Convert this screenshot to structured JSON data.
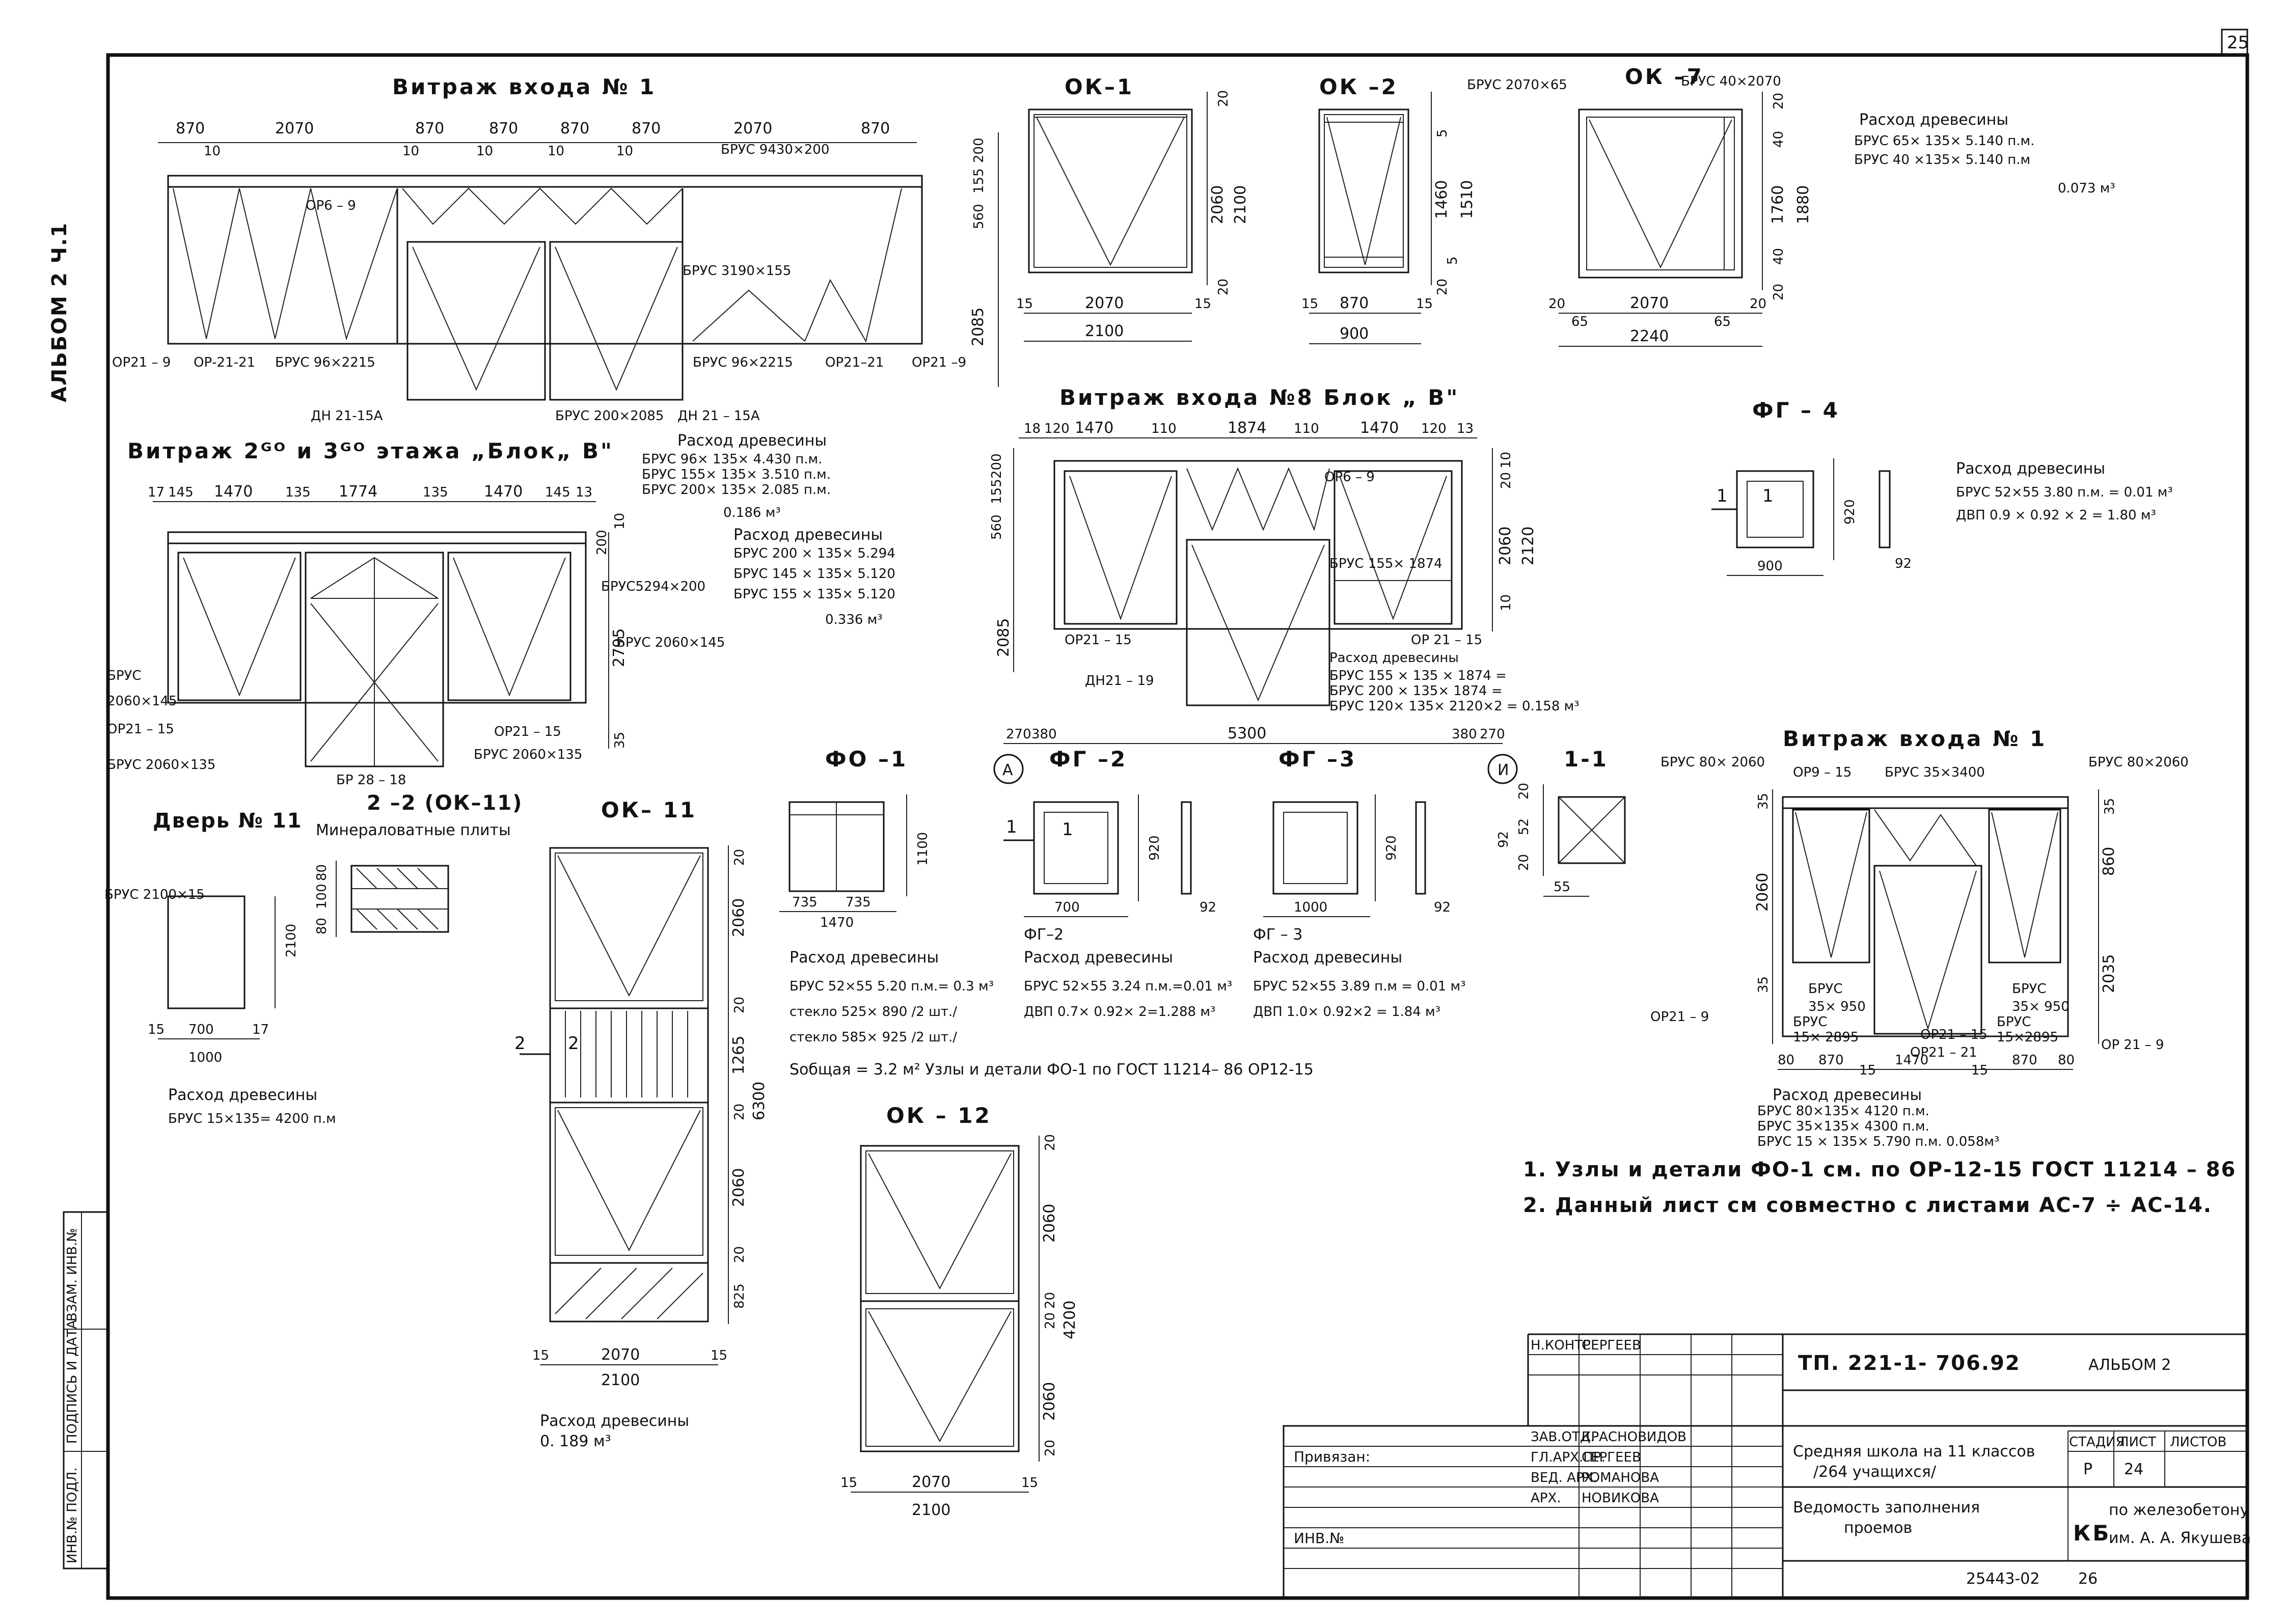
{
  "page_number": "25",
  "album_side": "АЛЬБОМ 2 Ч.1",
  "vitrazh1": {
    "title": "Витраж входа № 1",
    "dims": [
      "870",
      "2070",
      "870",
      "870",
      "870",
      "870",
      "2070",
      "870"
    ],
    "tens": [
      "10",
      "10",
      "10",
      "10",
      "10"
    ],
    "labels": {
      "brus_top": "БРУС 9430×200",
      "orb": "ОР6 – 9",
      "brus_mid": "БРУС 3190×155",
      "or21_9": "ОР21 – 9",
      "or21_21": "ОР-21-21",
      "brus96a": "БРУС 96×2215",
      "dn_a": "ДН 21-15А",
      "dn_b": "ДН 21 – 15А",
      "brus200": "БРУС 200×2085",
      "brus96b": "БРУС 96×2215",
      "or21_21b": "ОР21–21",
      "or21_9b": "ОР21 –9"
    },
    "wood": [
      "Расход древесины",
      "БРУС 96× 135× 4.430 п.м.",
      "БРУС 155× 135× 3.510 п.м.",
      "БРУС 200× 135× 2.085 п.м.",
      "0.186 м³"
    ]
  },
  "vitrazh23": {
    "title": "Витраж 2ᴳᴼ и 3ᴳᴼ этажа „Блок„ В\"",
    "dims": [
      "17",
      "145",
      "1470",
      "135",
      "1774",
      "135",
      "1470",
      "145",
      "13"
    ],
    "labels": {
      "brus5294": "БРУС5294×200",
      "brus2060_145": "БРУС 2060×145",
      "brus_left1": "БРУС",
      "brus_left2": "2060×145",
      "or21_15a": "ОР21 – 15",
      "brus2060_135a": "БРУС 2060×135",
      "or21_15b": "ОР21 – 15",
      "brus2060_135b": "БРУС 2060×135",
      "br28": "БР 28 – 18",
      "h2795": "2795",
      "h200": "200",
      "h10": "10",
      "h35": "35"
    },
    "wood": [
      "Расход древесины",
      "БРУС 200 × 135× 5.294",
      "БРУС 145 × 135× 5.120",
      "БРУС 155 × 135× 5.120",
      "0.336 м³"
    ]
  },
  "ok1": {
    "title": "ОК–1",
    "dims": [
      "2070",
      "2100",
      "15",
      "15"
    ],
    "vdims": [
      "20",
      "2060",
      "2100",
      "20"
    ]
  },
  "ok2": {
    "title": "ОК –2",
    "dims": [
      "870",
      "900",
      "15",
      "15"
    ],
    "vdims": [
      "5",
      "1460",
      "1510",
      "20",
      "5"
    ]
  },
  "ok7": {
    "title": "ОК –7",
    "brus_a": "БРУС 2070×65",
    "brus_b": "БРУС 40×2070",
    "dims": [
      "2070",
      "2240",
      "20",
      "65",
      "65",
      "20"
    ],
    "vdims": [
      "20",
      "40",
      "1760",
      "1880",
      "40",
      "20"
    ]
  },
  "ok7_wood": [
    "Расход древесины",
    "БРУС 65× 135× 5.140 п.м.",
    "БРУС 40 ×135× 5.140 п.м",
    "0.073 м³"
  ],
  "left_vdims": [
    "200",
    "155",
    "560",
    "2085"
  ],
  "vitrazh8": {
    "title": "Витраж входа №8 Блок „ В\"",
    "dims": [
      "18",
      "120",
      "1470",
      "110",
      "1874",
      "110",
      "1470",
      "120",
      "13"
    ],
    "vdims": [
      "200",
      "155",
      "560",
      "2085"
    ],
    "rdims": [
      "10",
      "20",
      "2060",
      "2120",
      "10"
    ],
    "labels": {
      "orb": "ОР6 – 9",
      "brus155": "БРУС 155× 1874",
      "or21_15a": "ОР21 – 15",
      "or21_15b": "ОР 21 – 15",
      "dn": "ДН21 – 19"
    },
    "wood": [
      "Расход древесины",
      "БРУС 155 × 135 × 1874 =",
      "БРУС 200 × 135× 1874 =",
      "БРУС 120× 135× 2120×2 = 0.158 м³"
    ],
    "axis_dims": [
      "270",
      "380",
      "5300",
      "380",
      "270"
    ],
    "axis_a": "А",
    "axis_b": "И"
  },
  "fg4": {
    "title": "ФГ – 4",
    "num": "1",
    "w": "900",
    "h": "920",
    "t": "92",
    "wood": [
      "Расход древесины",
      "БРУС 52×55   3.80  п.м. = 0.01 м³",
      "ДВП  0.9 × 0.92 × 2  = 1.80  м³"
    ]
  },
  "fo1": {
    "title": "ФО –1",
    "dims": [
      "735",
      "735",
      "1470"
    ],
    "h": "1100"
  },
  "fg2": {
    "title": "ФГ –2",
    "num": "1",
    "w": "700",
    "h": "920",
    "t": "92"
  },
  "fg3": {
    "title": "ФГ –3",
    "w": "1000",
    "h": "920",
    "t": "92"
  },
  "sec11": {
    "title": "1-1",
    "dims": [
      "20",
      "52",
      "20",
      "92",
      "55"
    ]
  },
  "wood_fo1": [
    "Расход древесины",
    "БРУС 52×55   5.20 п.м.= 0.3 м³",
    "стекло 525× 890 /2 шт./",
    "стекло 585× 925 /2 шт./"
  ],
  "wood_fg2": [
    "ФГ–2",
    "Расход древесины",
    "БРУС 52×55  3.24 п.м.=0.01 м³",
    "ДВП 0.7× 0.92× 2=1.288 м³"
  ],
  "wood_fg3": [
    "ФГ – 3",
    "Расход древесины",
    "БРУС 52×55   3.89 п.м = 0.01 м³",
    "ДВП  1.0× 0.92×2 = 1.84 м³"
  ],
  "fo1_note": "Sобщая = 3.2 м²     Узлы и детали ФО-1 по ГОСТ 11214– 86 ОР12-15",
  "door11": {
    "title": "Дверь № 11",
    "brus": "БРУС 2100×15",
    "h": "2100",
    "dims": [
      "15",
      "700",
      "17",
      "1000"
    ],
    "wood": [
      "Расход древесины",
      "БРУС 15×135= 4200 п.м"
    ]
  },
  "sec22": {
    "title": "2 –2 (ОК–11)",
    "label": "Минераловатные плиты",
    "dims": [
      "80",
      "100",
      "80"
    ]
  },
  "ok11": {
    "title": "ОК– 11",
    "cut": "2",
    "vdims": [
      "20",
      "2060",
      "20",
      "1265",
      "6300",
      "20",
      "2060",
      "20",
      "825"
    ],
    "dims": [
      "15",
      "2070",
      "15",
      "2100"
    ],
    "wood": [
      "Расход древесины",
      "0. 189 м³"
    ]
  },
  "ok12": {
    "title": "ОК – 12",
    "vdims": [
      "20",
      "2060",
      "20",
      "20",
      "4200",
      "2060",
      "20"
    ],
    "dims": [
      "15",
      "2070",
      "15",
      "2100"
    ]
  },
  "vitrazh1b": {
    "title": "Витраж входа № 1",
    "labels": {
      "brus80a": "БРУС 80× 2060",
      "orb": "ОР9 – 15",
      "brus35": "БРУС 35×3400",
      "brus80b": "БРУС 80×2060",
      "or21_9a": "ОР21 – 9",
      "or21_15": "ОР21 – 15",
      "or21_21": "ОР21 – 21",
      "or21_9b": "ОР 21 – 9",
      "brus_l1": "БРУС",
      "brus_l2": "35× 950",
      "brus_l3": "БРУС",
      "brus_l4": "15× 2895",
      "brus_r1": "БРУС",
      "brus_r2": "35× 950",
      "brus_r3": "БРУС",
      "brus_r4": "15×2895"
    },
    "vdims": [
      "35",
      "2060",
      "35",
      "860",
      "2035"
    ],
    "dims": [
      "80",
      "870",
      "15",
      "1470",
      "15",
      "870",
      "80"
    ],
    "wood": [
      "Расход древесины",
      "БРУС 80×135× 4120 п.м.",
      "БРУС 35×135× 4300 п.м.",
      "БРУС 15 × 135× 5.790 п.м.   0.058м³"
    ]
  },
  "notes": [
    "1. Узлы и детали ФО-1 см. по ОР-12-15   ГОСТ 11214 – 86",
    "2. Данный лист см совместно с листами АС-7 ÷ АС-14."
  ],
  "stamp": {
    "privyazan": "Привязан:",
    "inv": "ИНВ.№",
    "roles": [
      "Н.КОНТР.",
      "ЗАВ.ОТД.",
      "ГЛ.АРХ.ПР.",
      "ВЕД. АРХ.",
      "АРХ."
    ],
    "names": [
      "СЕРГЕЕВ",
      "КРАСНОВИДОВ",
      "СЕРГЕЕВ",
      "РОМАНОВА",
      "НОВИКОВА"
    ],
    "code": "ТП. 221-1- 706.92",
    "album": "АЛЬБОМ 2",
    "school": "Средняя школа на 11 классов",
    "pupils": "/264 учащихся/",
    "sheet_title_1": "Ведомость заполнения",
    "sheet_title_2": "проемов",
    "stage_label": "СТАДИЯ",
    "sheet_label": "ЛИСТ",
    "sheets_label": "ЛИСТОВ",
    "stage": "Р",
    "sheet": "24",
    "org_logo": "КБ",
    "org_1": "по железобетону",
    "org_2": "им. А. А. Якушева",
    "bottom_code": "25443-02",
    "bottom_num": "26"
  },
  "left_stamp": [
    "ВЗАМ. ИНВ.№",
    "ПОДПИСЬ И ДАТА",
    "ИНВ.№ ПОДЛ."
  ]
}
